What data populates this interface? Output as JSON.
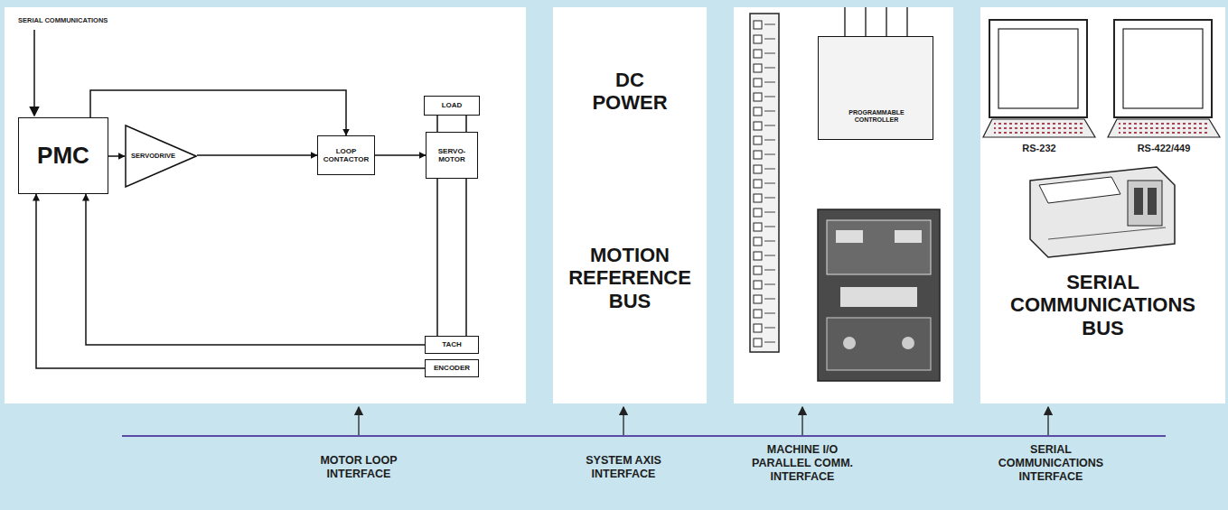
{
  "diagram": {
    "nodes": [
      {
        "text": [
          "PMC"
        ]
      },
      {
        "text": [
          "SERVODRIVE"
        ]
      },
      {
        "text": [
          "LOOP CONTACTOR"
        ]
      },
      {
        "text": [
          "SERVO- MOTOR"
        ]
      },
      {
        "text": [
          "LOAD"
        ]
      },
      {
        "text": [
          "TACH"
        ]
      },
      {
        "text": [
          "ENCODER"
        ]
      },
      {
        "text": [
          "DC POWER",
          "MOTION REFERENCE BUS"
        ]
      },
      {
        "text": [
          "PROGRAMMABLE CONTROLLER"
        ]
      },
      {
        "text": [
          "SERIAL COMMUNICATIONS BUS"
        ]
      }
    ],
    "edges": [
      {
        "from": 0,
        "to": 1,
        "arrow": "to"
      },
      {
        "from": 1,
        "to": 2,
        "arrow": "to"
      },
      {
        "from": 2,
        "to": 3,
        "arrow": "to"
      },
      {
        "from": 0,
        "to": 2,
        "arrow": "to"
      },
      {
        "from": 4,
        "to": 3,
        "arrow": "none"
      },
      {
        "from": 3,
        "to": 5,
        "arrow": "none"
      },
      {
        "from": 5,
        "to": 0,
        "arrow": "to"
      },
      {
        "from": 6,
        "to": 0,
        "arrow": "to"
      }
    ],
    "labels": [
      "SERIAL COMMUNICATIONS",
      "RS-232",
      "RS-422/449",
      "MOTOR LOOP INTERFACE",
      "SYSTEM AXIS INTERFACE",
      "MACHINE I/O PARALLEL COMM. INTERFACE",
      "SERIAL COMMUNICATIONS INTERFACE"
    ]
  }
}
